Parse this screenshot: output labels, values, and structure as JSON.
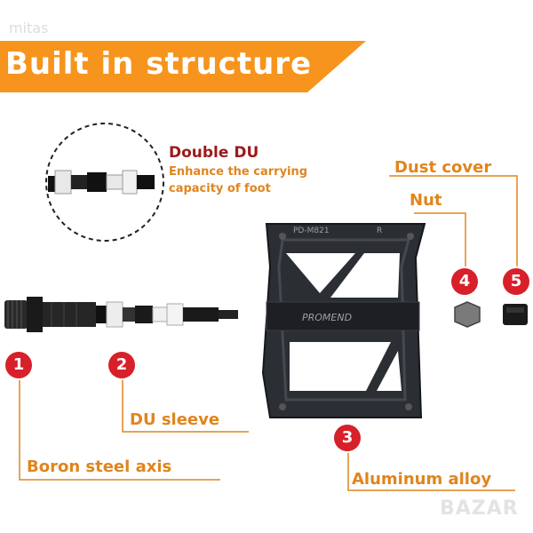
{
  "watermark_top": "mitas",
  "watermark_bottom": "BAZAR",
  "banner": {
    "title": "Built in structure",
    "color": "#f7941d"
  },
  "labels": {
    "double_du_title": "Double DU",
    "double_du_desc_line1": "Enhance the carrying",
    "double_du_desc_line2": "capacity of foot",
    "dust_cover": "Dust cover",
    "nut": "Nut",
    "du_sleeve": "DU sleeve",
    "boron_axis": "Boron steel axis",
    "aluminum": "Aluminum alloy"
  },
  "badges": {
    "b1": "1",
    "b2": "2",
    "b3": "3",
    "b4": "4",
    "b5": "5"
  },
  "pedal_text": {
    "top_mark": "PD-M821",
    "top_mark_r": "R",
    "center_brand": "PROMEND"
  },
  "colors": {
    "accent": "#e0851d",
    "badge": "#d7202a",
    "pedal": "#2b2e33",
    "title_red": "#9c1a1a"
  }
}
